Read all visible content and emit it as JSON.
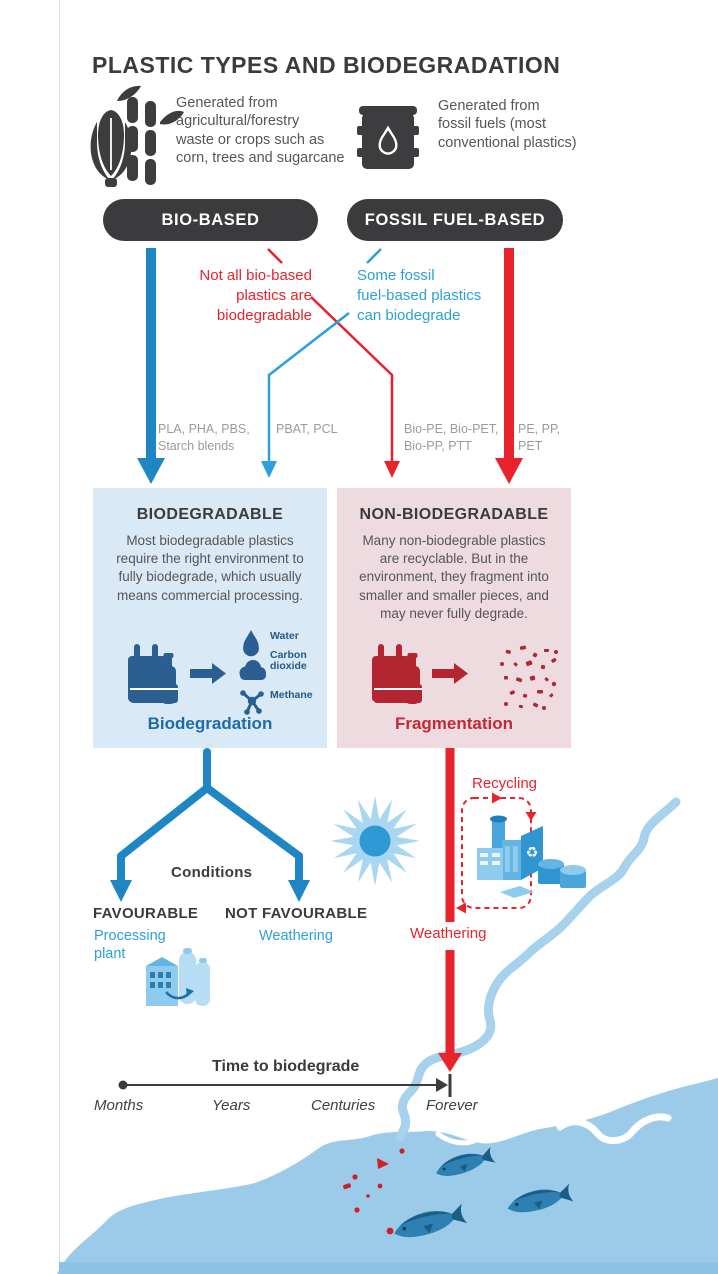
{
  "title": "PLASTIC TYPES AND BIODEGRADATION",
  "bio_source": {
    "icon": "corn-sugarcane-icon",
    "description": "Generated from\nagricultural/forestry\nwaste or crops such as\ncorn, trees and sugarcane",
    "pill_label": "BIO-BASED"
  },
  "fossil_source": {
    "icon": "oil-barrel-icon",
    "description": "Generated from\nfossil fuels (most\nconventional plastics)",
    "pill_label": "FOSSIL FUEL-BASED"
  },
  "exceptions": {
    "bio": "Not all bio-based\nplastics are\nbiodegradable",
    "fossil": "Some fossil\nfuel-based plastics\ncan biodegrade"
  },
  "polymer_groups": [
    {
      "label": "PLA, PHA, PBS,\nStarch blends"
    },
    {
      "label": "PBAT, PCL"
    },
    {
      "label": "Bio-PE, Bio-PET,\nBio-PP, PTT"
    },
    {
      "label": "PE, PP,\nPET"
    }
  ],
  "biodegradable_box": {
    "title": "BIODEGRADABLE",
    "body": "Most biodegradable plastics\nrequire the right environment to\nfully biodegrade, which usually\nmeans commercial processing.",
    "process_label": "Biodegradation",
    "byproducts": [
      "Water",
      "Carbon\ndioxide",
      "Methane"
    ]
  },
  "non_biodegradable_box": {
    "title": "NON-BIODEGRADABLE",
    "body": "Many non-biodegrable plastics\nare recyclable. But in the\nenvironment, they fragment into\nsmaller and smaller pieces, and\nmay never fully degrade.",
    "process_label": "Fragmentation"
  },
  "pathways": {
    "conditions_label": "Conditions",
    "favourable": "FAVOURABLE",
    "favourable_sub": "Processing\nplant",
    "not_favourable": "NOT FAVOURABLE",
    "not_favourable_sub": "Weathering",
    "recycling_label": "Recycling",
    "weathering_label": "Weathering"
  },
  "timeline": {
    "title": "Time to biodegrade",
    "labels": [
      "Months",
      "Years",
      "Centuries",
      "Forever"
    ]
  },
  "icons": {
    "bio_source": "corn-sugarcane-icon",
    "fossil_source": "oil-barrel-icon",
    "sun": "sun-icon",
    "recycling_plant": "recycling-factory-icon",
    "processing_plant": "processing-plant-icon",
    "plastic_waste": "plastic-waste-icon",
    "water": "water-drop-icon",
    "carbon_dioxide": "co2-cloud-icon",
    "methane": "methane-molecule-icon",
    "fragments": "plastic-fragments-icon",
    "fish": "fish-icon",
    "recycle": "recycle-arrows-icon"
  },
  "colors": {
    "dark": "#3b3b3c",
    "body_text": "#55565a",
    "muted": "#9b9b9d",
    "blue_arrow": "#1f86c4",
    "blue_text": "#2ba0d9",
    "navy": "#2b5f91",
    "navy_label": "#1e6ba8",
    "red": "#e8232b",
    "dark_red": "#b22531",
    "red_label": "#c22a37",
    "box_blue": "#d9e9f5",
    "box_pink": "#eedbdf",
    "sea": "#9ccbea",
    "river": "#a6d2ee"
  }
}
